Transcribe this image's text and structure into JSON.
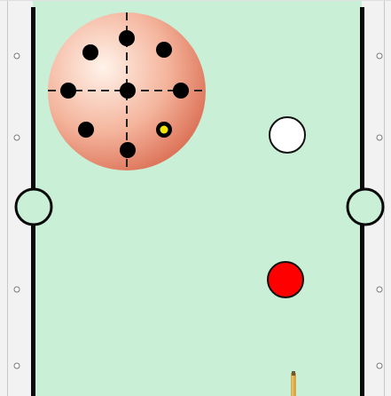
{
  "game": {
    "type": "billiards-cue-ball-spin-selector",
    "table": {
      "felt_color": "#c9efd6",
      "rail_color": "#f2f2f2",
      "cushion_line_color": "#0a0a0a",
      "diamond_marker_count_per_side": 5,
      "side_pockets": 2
    },
    "spin_selector": {
      "ball_gradient_colors": [
        "#fff3ea",
        "#f4b49c",
        "#d96a4f"
      ],
      "crosshair": "dashed",
      "spin_points_count": 9,
      "selected_point_color": "#f2e600"
    },
    "balls": [
      {
        "name": "cue-ball",
        "color": "#ffffff"
      },
      {
        "name": "object-ball",
        "color": "#ff0000"
      }
    ],
    "cue_stick": {
      "visible_tip": true,
      "color": "#d5a84a"
    }
  }
}
